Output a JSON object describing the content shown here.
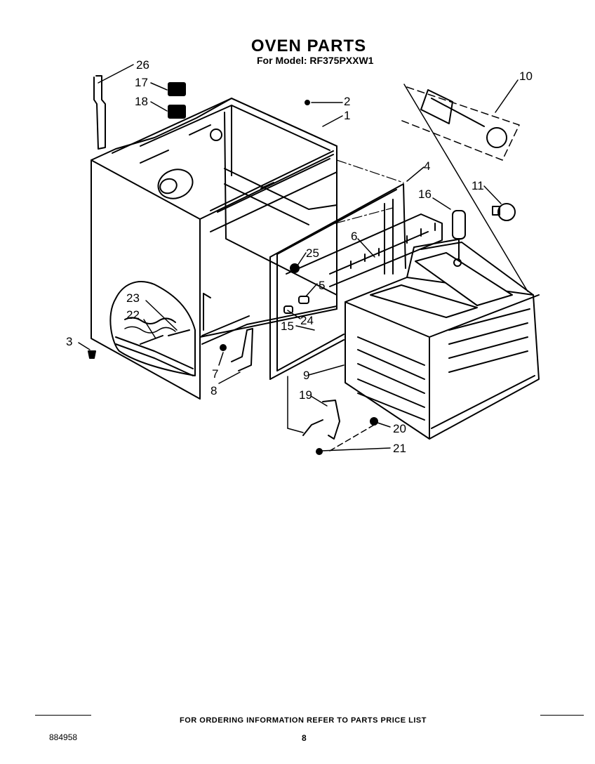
{
  "header": {
    "title": "OVEN PARTS",
    "subtitle": "For Model: RF375PXXW1"
  },
  "callouts": [
    "1",
    "2",
    "3",
    "4",
    "5",
    "6",
    "7",
    "8",
    "9",
    "10",
    "11",
    "15",
    "16",
    "17",
    "18",
    "19",
    "20",
    "21",
    "22",
    "23",
    "24",
    "25",
    "26"
  ],
  "footer": {
    "note": "FOR ORDERING INFORMATION REFER TO PARTS PRICE LIST",
    "doc_number": "884958",
    "page_number": "8"
  }
}
